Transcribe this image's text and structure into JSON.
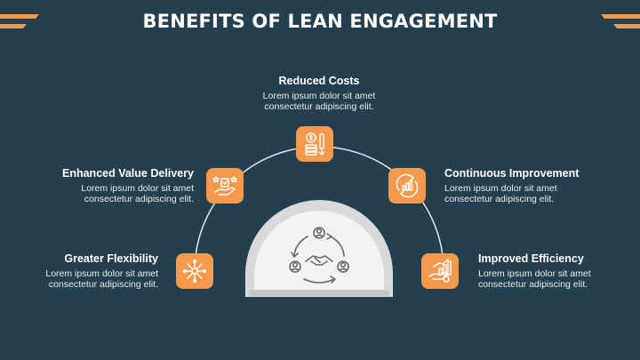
{
  "slide": {
    "title": "BENEFITS OF LEAN ENGAGEMENT"
  },
  "colors": {
    "background": "#243f4e",
    "accent": "#f39a4d",
    "hub_outer": "#d9d9d9",
    "hub_inner": "#f2f2f2",
    "arc": "#e8e8e8"
  },
  "benefits": [
    {
      "title": "Greater Flexibility",
      "line1": "Lorem ipsum dolor sit amet",
      "line2": "consectetur adipiscing elit.",
      "icon": "network-icon"
    },
    {
      "title": "Enhanced Value Delivery",
      "line1": "Lorem ipsum dolor sit amet",
      "line2": "consectetur adipiscing elit.",
      "icon": "hand-star-icon"
    },
    {
      "title": "Reduced Costs",
      "line1": "Lorem ipsum dolor sit amet",
      "line2": "consectetur adipiscing elit.",
      "icon": "coins-down-icon"
    },
    {
      "title": "Continuous Improvement",
      "line1": "Lorem ipsum dolor sit amet",
      "line2": "consectetur adipiscing elit.",
      "icon": "growth-cycle-icon"
    },
    {
      "title": "Improved Efficiency",
      "line1": "Lorem ipsum dolor sit amet",
      "line2": "consectetur adipiscing elit.",
      "icon": "hand-chart-icon"
    }
  ],
  "hub": {
    "icon": "team-handshake-icon"
  }
}
